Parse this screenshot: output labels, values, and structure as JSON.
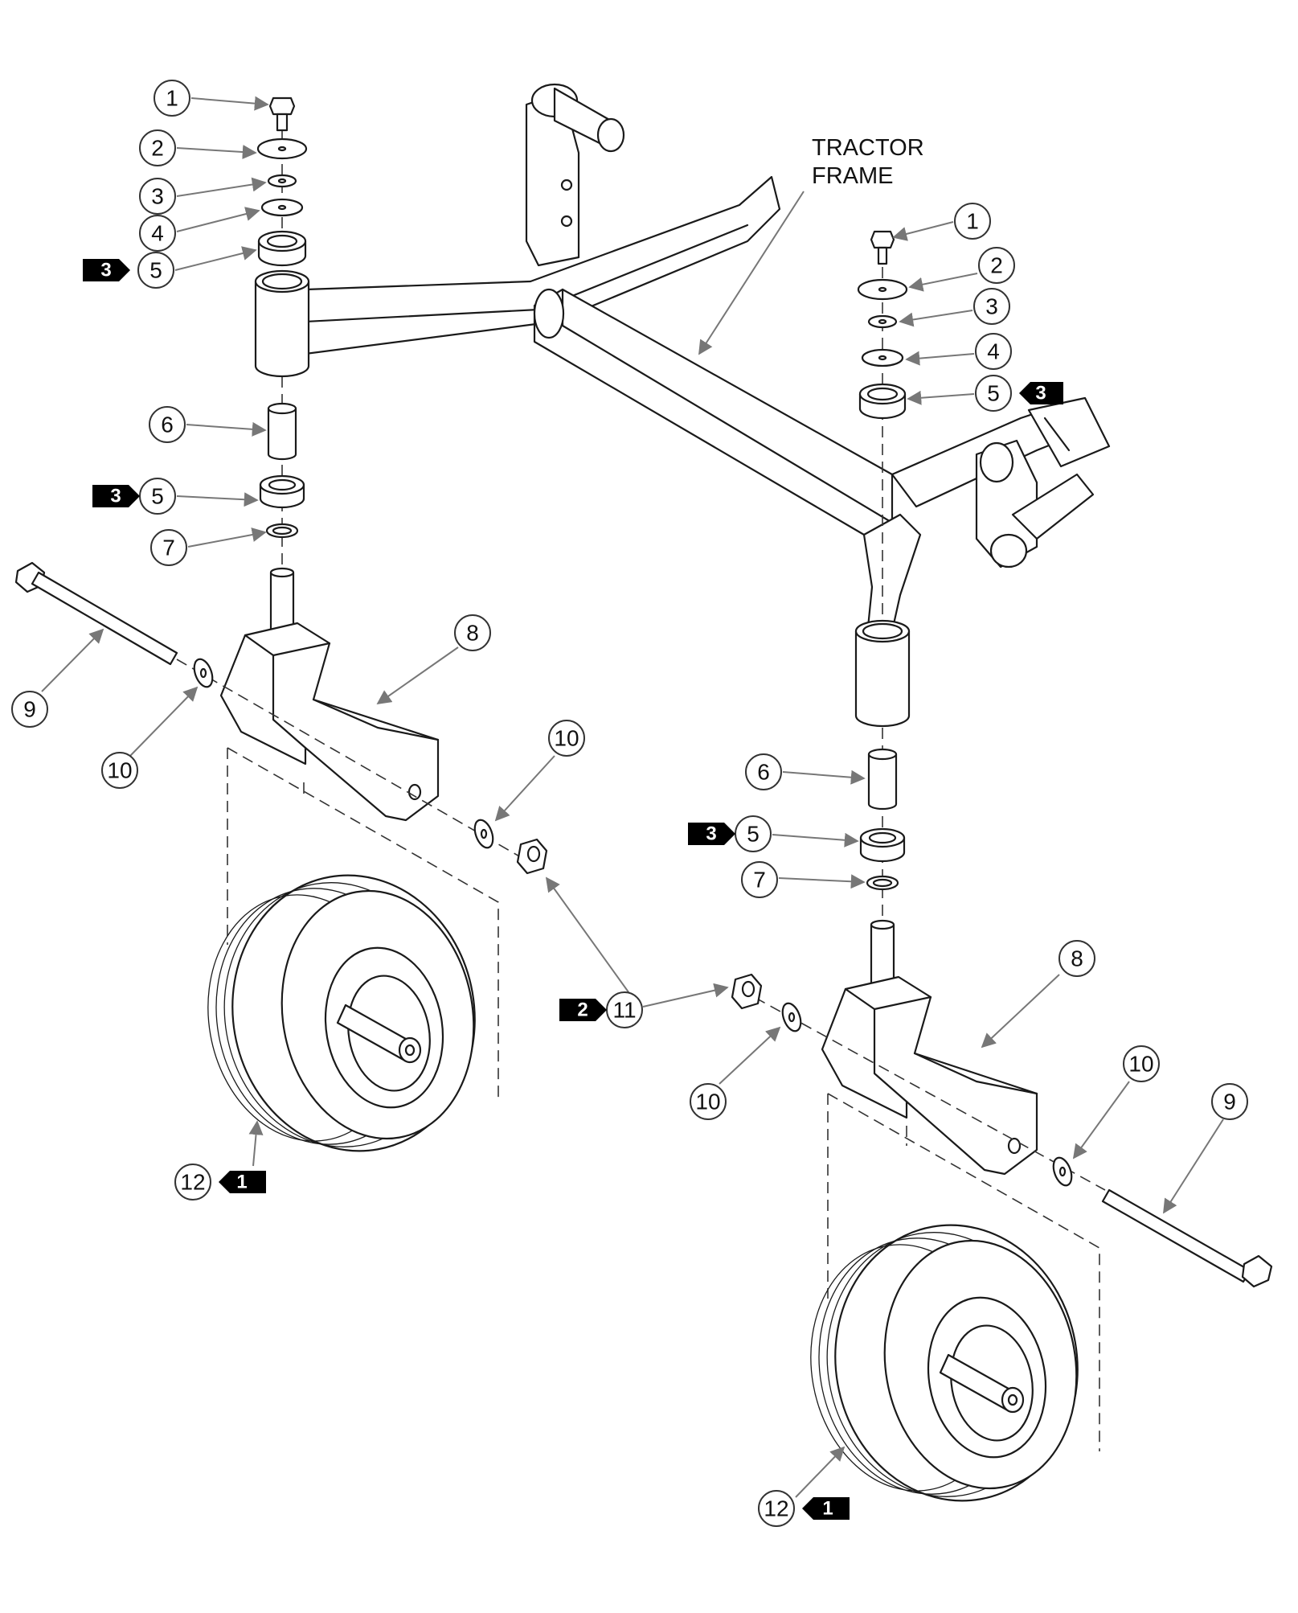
{
  "frame_label": [
    "TRACTOR",
    "FRAME"
  ],
  "callouts": {
    "c1": "1",
    "c2": "2",
    "c3": "3",
    "c4": "4",
    "c5": "5",
    "c6": "6",
    "c7": "7",
    "c8": "8",
    "c9": "9",
    "c10": "10",
    "c11": "11",
    "c12": "12"
  },
  "flags": {
    "f1": "1",
    "f2": "2",
    "f3": "3"
  },
  "colors": {
    "line": "#1a1a1a",
    "leader": "#777777",
    "flag": "#000000"
  }
}
